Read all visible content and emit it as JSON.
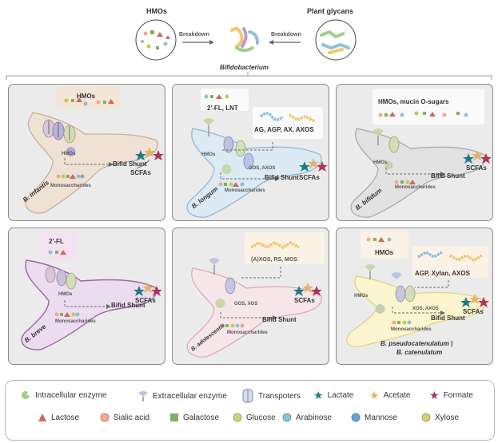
{
  "header": {
    "hmos_label": "HMOs",
    "plant_label": "Plant glycans",
    "breakdown_left": "Breakdown",
    "breakdown_right": "Breakdown",
    "genus": "Bifidobacterium"
  },
  "panels": [
    {
      "species": "B. infantis",
      "substrates": [
        "HMOs"
      ],
      "labels": {
        "hmos": "HMOs",
        "mono": "Monosaccharides",
        "shunt": "Bifid Shunt",
        "scfa": "SCFAs"
      }
    },
    {
      "species": "B. longum",
      "substrates": [
        "2'-FL, LNT",
        "AG, AGP, AX, AXOS"
      ],
      "labels": {
        "hmos": "HMOs",
        "gos": "GOS, AXOS",
        "mono": "Monosaccharides",
        "shunt": "Bifid Shunt",
        "scfa": "SCFAs"
      }
    },
    {
      "species": "B. bifidum",
      "substrates": [
        "HMOs, mucin O-sugars"
      ],
      "labels": {
        "hmos": "HMOs",
        "mono": "Monosaccharides",
        "shunt": "Bifid Shunt",
        "scfa": "SCFAs"
      }
    },
    {
      "species": "B. breve",
      "substrates": [
        "2'-FL"
      ],
      "labels": {
        "hmos": "HMOs",
        "mono": "Monosaccharides",
        "shunt": "Bifid Shunt",
        "scfa": "SCFAs"
      }
    },
    {
      "species": "B. adolescentis",
      "substrates": [
        "(A)XOS, RS, MOS"
      ],
      "labels": {
        "gos": "GOS, XOS",
        "mono": "Monosaccharides",
        "shunt": "Bifid Shunt",
        "scfa": "SCFAs"
      }
    },
    {
      "species": "B. pseudocatenulatum | B. catenulatum",
      "species_line1": "B. pseudocatenulatum |",
      "species_line2": "B. catenulatum",
      "substrates": [
        "HMOs",
        "AGP, Xylan, AXOS"
      ],
      "labels": {
        "hmos": "HMOs",
        "gos": "XOS, AXOS",
        "mono": "Monosaccharides",
        "shunt": "Bifid Shunt",
        "scfa": "SCFAs"
      }
    }
  ],
  "legend": {
    "row1": [
      "Intracellular enzyme",
      "Extracellular enzyme",
      "Transpoters",
      "Lactate",
      "Acetate",
      "Formate"
    ],
    "row2": [
      "Lactose",
      "Sialic acid",
      "Galactose",
      "Glucose",
      "Arabinose",
      "Mannose",
      "Xylose"
    ]
  },
  "colors": {
    "infantis": "#efe1d4",
    "longum": "#dceaf4",
    "bifidum": "#e2e2e2",
    "breve": "#ecdcef",
    "adolescentis": "#f6e6ea",
    "pseudocat": "#fbf5cf",
    "lactate": "#1e7a86",
    "acetate": "#e4b36a",
    "formate": "#b03256"
  }
}
